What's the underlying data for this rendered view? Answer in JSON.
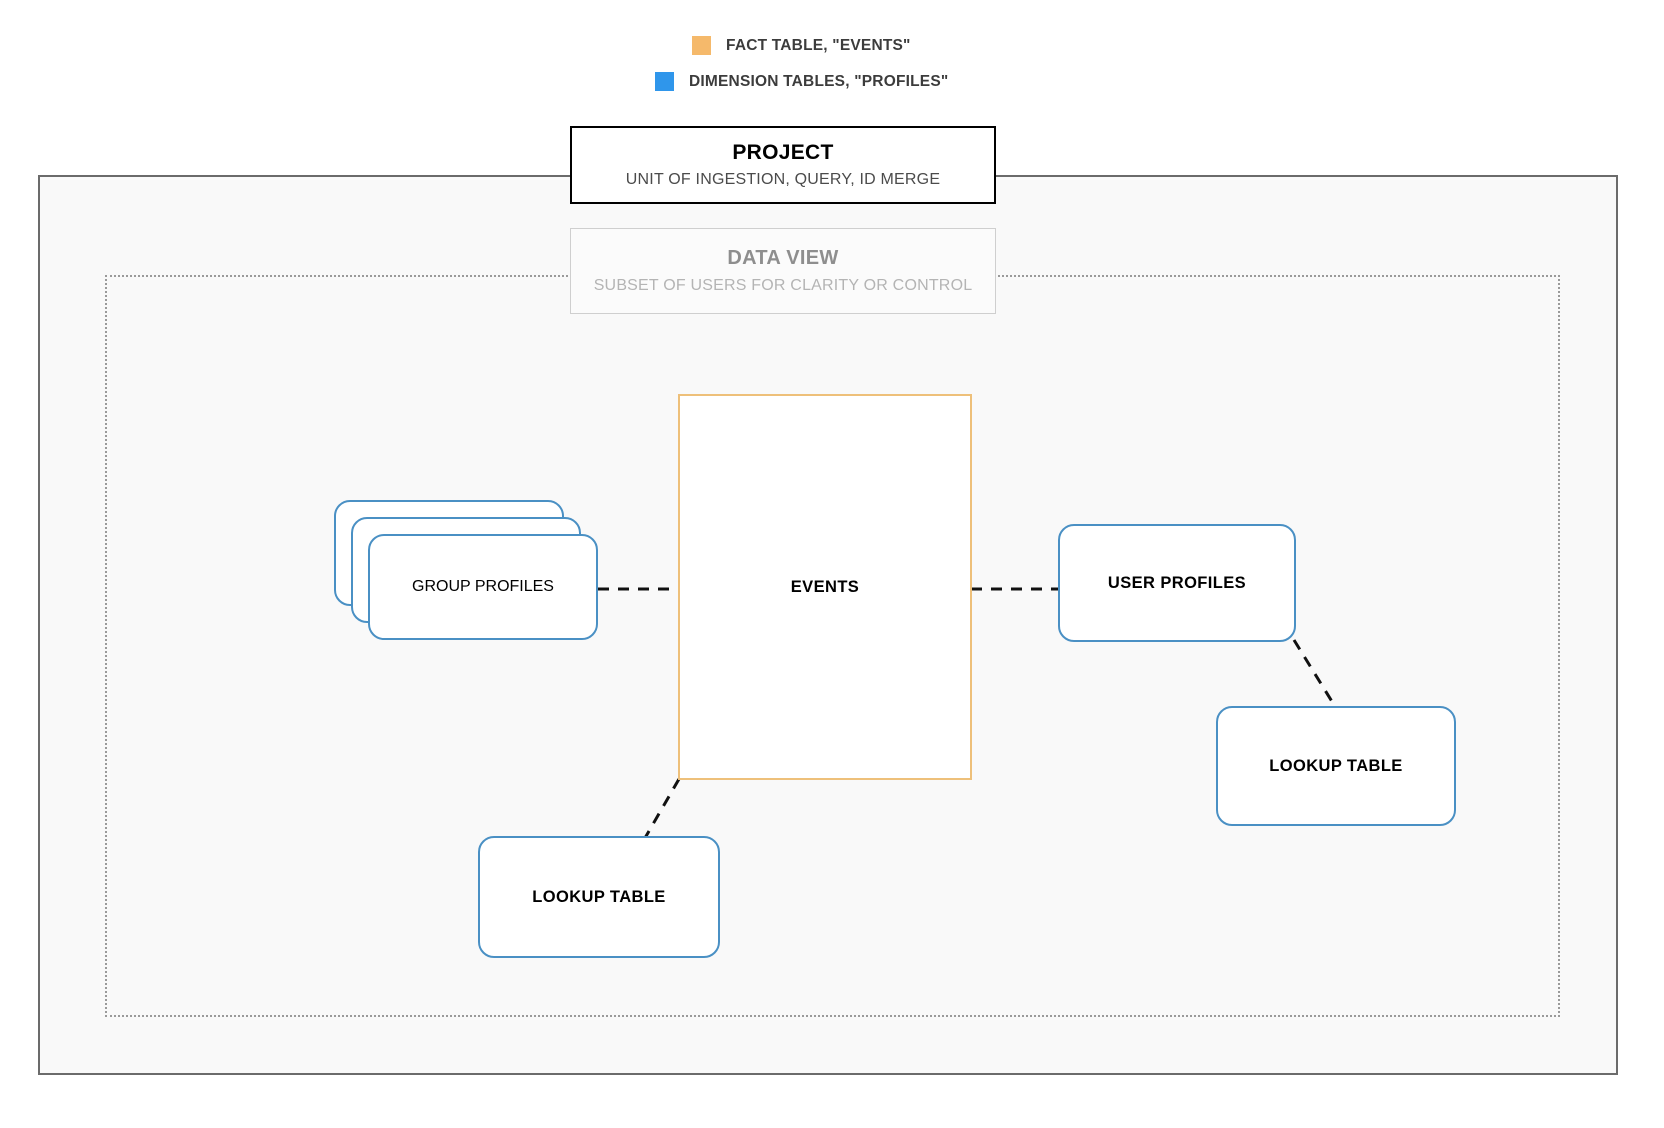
{
  "legend": {
    "items": [
      {
        "label": "FACT TABLE, \"EVENTS\"",
        "color": "#f5b96b",
        "icon": "square-swatch-icon"
      },
      {
        "label": "DIMENSION TABLES, \"PROFILES\"",
        "color": "#2f96eb",
        "icon": "square-swatch-icon"
      }
    ]
  },
  "project": {
    "title": "PROJECT",
    "subtitle": "UNIT OF INGESTION, QUERY, ID MERGE"
  },
  "data_view": {
    "title": "DATA VIEW",
    "subtitle": "SUBSET OF USERS FOR CLARITY OR CONTROL"
  },
  "nodes": {
    "events": {
      "label": "EVENTS",
      "type": "fact-table",
      "color": "#eec07a"
    },
    "group_profiles": {
      "label": "GROUP PROFILES",
      "type": "dimension-table",
      "color": "#4a90c4",
      "stack_count": 3
    },
    "user_profiles": {
      "label": "USER PROFILES",
      "type": "dimension-table",
      "color": "#4a90c4"
    },
    "lookup_left": {
      "label": "LOOKUP TABLE",
      "type": "dimension-table",
      "color": "#4a90c4"
    },
    "lookup_right": {
      "label": "LOOKUP TABLE",
      "type": "dimension-table",
      "color": "#4a90c4"
    }
  },
  "connectors": [
    {
      "from": "group_profiles",
      "to": "events",
      "style": "dashed"
    },
    {
      "from": "events",
      "to": "user_profiles",
      "style": "dashed"
    },
    {
      "from": "events",
      "to": "lookup_left",
      "style": "dashed"
    },
    {
      "from": "user_profiles",
      "to": "lookup_right",
      "style": "dashed"
    }
  ]
}
